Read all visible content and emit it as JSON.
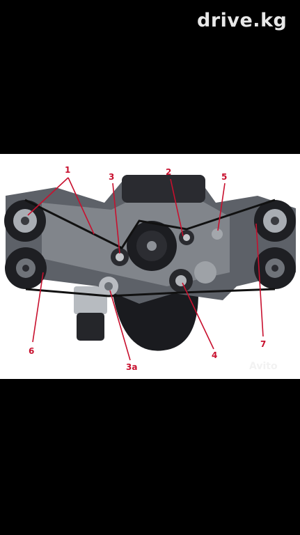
{
  "watermark": "drive.kg",
  "callouts": {
    "c1": "1",
    "c2": "2",
    "c3": "3",
    "c5": "5",
    "c6": "6",
    "c7": "7",
    "c4": "4",
    "c3a": "3a"
  },
  "avito_mark": "Avito",
  "colors": {
    "background": "#000000",
    "photo_bg": "#ffffff",
    "callout": "#c8102e",
    "engine_dark": "#1e1f23",
    "engine_metal": "#8d9197"
  }
}
